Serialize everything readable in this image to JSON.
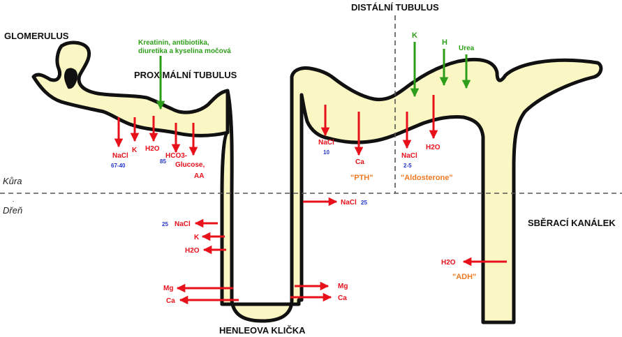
{
  "labels": {
    "glomerulus": "GLOMERULUS",
    "proximal": "PROXIMÁLNÍ TUBULUS",
    "distal": "DISTÁLNÍ TUBULUS",
    "collecting": "SBĚRACÍ KANÁLEK",
    "henle": "HENLEOVA KLIČKA",
    "cortex": "Kůra",
    "medulla": "Dřeň",
    "dot": "."
  },
  "secretion": {
    "proximal_line1": "Kreatinin, antibiotika,",
    "proximal_line2": "diuretika a kyselina močová",
    "k": "K",
    "h": "H",
    "urea": "Urea"
  },
  "proximal": {
    "nacl": "NaCl",
    "nacl_pct": "67-40",
    "k": "K",
    "h2o": "H2O",
    "hco3": "HCO3-",
    "hco3_pct": "85",
    "glucose": "Glucose,",
    "aa": "AA"
  },
  "henle": {
    "nacl_pct": "25",
    "nacl": "NaCl",
    "k": "K",
    "h2o": "H2O",
    "mg_left": "Mg",
    "ca_left": "Ca",
    "mg_right": "Mg",
    "ca_right": "Ca",
    "nacl_asc": "NaCl",
    "nacl_asc_pct": "25"
  },
  "distal": {
    "nacl": "NaCl",
    "nacl_pct": "10",
    "ca": "Ca",
    "pth": "\"PTH\"",
    "nacl2": "NaCl",
    "nacl2_pct": "2-5",
    "h2o": "H2O",
    "aldosterone": "\"Aldosterone\""
  },
  "collecting": {
    "h2o": "H2O",
    "adh": "\"ADH\""
  },
  "colors": {
    "tubule_fill": "#fbf7c4",
    "outline": "#111111",
    "reabsorption": "#e8101a",
    "secretion": "#2e9e1a",
    "percent": "#2233cc",
    "hormone": "#f07a24",
    "divider": "#555555"
  }
}
